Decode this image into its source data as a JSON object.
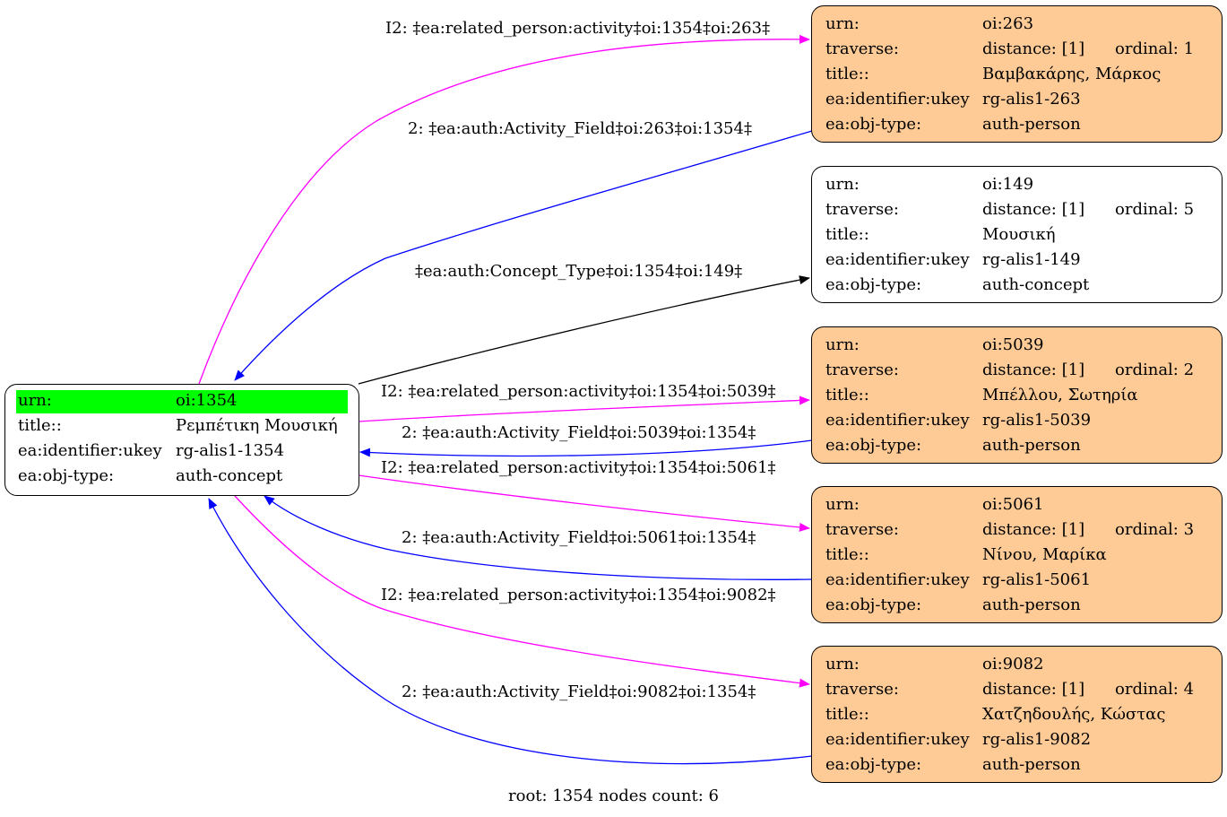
{
  "root": {
    "id": "root",
    "rows": [
      {
        "key": "urn:",
        "value": "oi:1354",
        "highlight": true
      },
      {
        "key": "title::",
        "value": "Ρεμπέτικη Μουσική"
      },
      {
        "key": "ea:identifier:ukey",
        "value": "rg-alis1-1354"
      },
      {
        "key": "ea:obj-type:",
        "value": "auth-concept"
      }
    ]
  },
  "nodes": [
    {
      "id": "n263",
      "fill": "orange",
      "urn": "oi:263",
      "distance": "distance: [1]",
      "ordinal": "ordinal: 1",
      "title": "Βαμβακάρης, Μάρκος",
      "ukey": "rg-alis1-263",
      "objtype": "auth-person"
    },
    {
      "id": "n149",
      "fill": "white",
      "urn": "oi:149",
      "distance": "distance: [1]",
      "ordinal": "ordinal: 5",
      "title": "Μουσική",
      "ukey": "rg-alis1-149",
      "objtype": "auth-concept"
    },
    {
      "id": "n5039",
      "fill": "orange",
      "urn": "oi:5039",
      "distance": "distance: [1]",
      "ordinal": "ordinal: 2",
      "title": "Μπέλλου, Σωτηρία",
      "ukey": "rg-alis1-5039",
      "objtype": "auth-person"
    },
    {
      "id": "n5061",
      "fill": "orange",
      "urn": "oi:5061",
      "distance": "distance: [1]",
      "ordinal": "ordinal: 3",
      "title": "Νίνου, Μαρίκα",
      "ukey": "rg-alis1-5061",
      "objtype": "auth-person"
    },
    {
      "id": "n9082",
      "fill": "orange",
      "urn": "oi:9082",
      "distance": "distance: [1]",
      "ordinal": "ordinal: 4",
      "title": "Χατζηδουλής, Κώστας",
      "ukey": "rg-alis1-9082",
      "objtype": "auth-person"
    }
  ],
  "keys": {
    "urn": "urn:",
    "traverse": "traverse:",
    "title": "title::",
    "ukey": "ea:identifier:ukey",
    "objtype": "ea:obj-type:"
  },
  "edges": [
    {
      "id": "e1",
      "color": "#ff00ff",
      "label": "I2: ‡ea:related_person:activity‡oi:1354‡oi:263‡"
    },
    {
      "id": "e2",
      "color": "#0000ff",
      "label": "2: ‡ea:auth:Activity_Field‡oi:263‡oi:1354‡"
    },
    {
      "id": "e3",
      "color": "#000000",
      "label": "‡ea:auth:Concept_Type‡oi:1354‡oi:149‡"
    },
    {
      "id": "e4",
      "color": "#ff00ff",
      "label": "I2: ‡ea:related_person:activity‡oi:1354‡oi:5039‡"
    },
    {
      "id": "e5",
      "color": "#0000ff",
      "label": "2: ‡ea:auth:Activity_Field‡oi:5039‡oi:1354‡"
    },
    {
      "id": "e6",
      "color": "#ff00ff",
      "label": "I2: ‡ea:related_person:activity‡oi:1354‡oi:5061‡"
    },
    {
      "id": "e7",
      "color": "#0000ff",
      "label": "2: ‡ea:auth:Activity_Field‡oi:5061‡oi:1354‡"
    },
    {
      "id": "e8",
      "color": "#ff00ff",
      "label": "I2: ‡ea:related_person:activity‡oi:1354‡oi:9082‡"
    },
    {
      "id": "e9",
      "color": "#0000ff",
      "label": "2: ‡ea:auth:Activity_Field‡oi:9082‡oi:1354‡"
    }
  ],
  "footer": "root: 1354 nodes count: 6",
  "colors": {
    "orange_fill": "#fecb96",
    "root_highlight": "#00ff00",
    "magenta": "#ff00ff",
    "blue": "#0000ff"
  }
}
